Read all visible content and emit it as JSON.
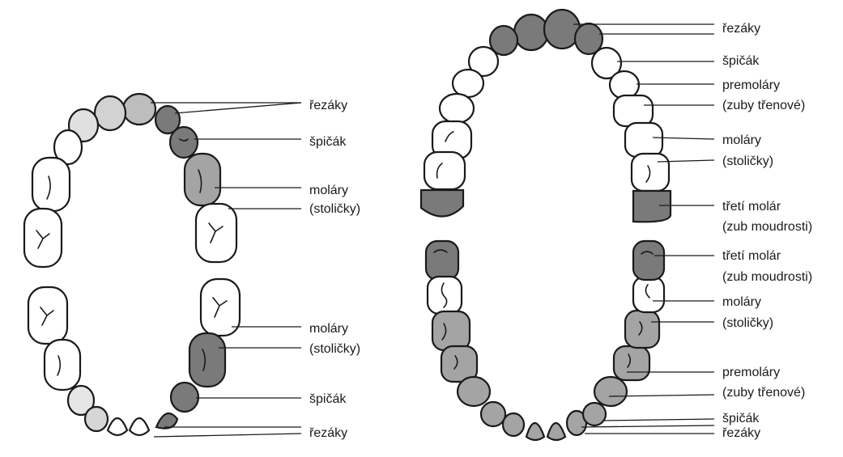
{
  "fill_colors": {
    "dark": "#7a7a7a",
    "medium": "#a4a4a4",
    "light": "#d4d4d4",
    "white": "#ffffff"
  },
  "left_diagram": {
    "upper_labels": {
      "incisors": "řezáky",
      "canine": "špičák",
      "molars": "moláry",
      "molars_alt": "(stoličky)"
    },
    "lower_labels": {
      "molars": "moláry",
      "molars_alt": "(stoličky)",
      "canine": "špičák",
      "incisors": "řezáky"
    }
  },
  "right_diagram": {
    "upper_labels": {
      "incisors": "řezáky",
      "canine": "špičák",
      "premolars": "premoláry",
      "premolars_alt": "(zuby třenové)",
      "molars": "moláry",
      "molars_alt": "(stoličky)",
      "third_molar": "třetí molár",
      "third_molar_alt": "(zub moudrosti)"
    },
    "lower_labels": {
      "third_molar": "třetí molár",
      "third_molar_alt": "(zub moudrosti)",
      "molars": "moláry",
      "molars_alt": "(stoličky)",
      "premolars": "premoláry",
      "premolars_alt": "(zuby třenové)",
      "canine": "špičák",
      "incisors": "řezáky"
    }
  }
}
